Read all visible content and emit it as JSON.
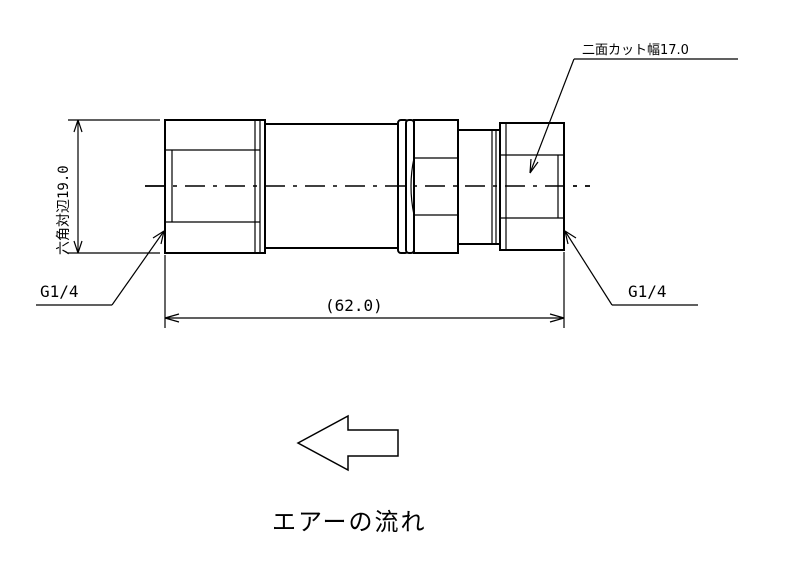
{
  "labels": {
    "width_across_flats": "二面カット幅17.0",
    "hex_across_flats": "六角対辺19.0",
    "thread_left": "G1/4",
    "thread_right": "G1/4",
    "overall_length": "(62.0)",
    "air_flow": "エアーの流れ"
  },
  "icons": {
    "flow_direction": "left-arrow-outline"
  }
}
